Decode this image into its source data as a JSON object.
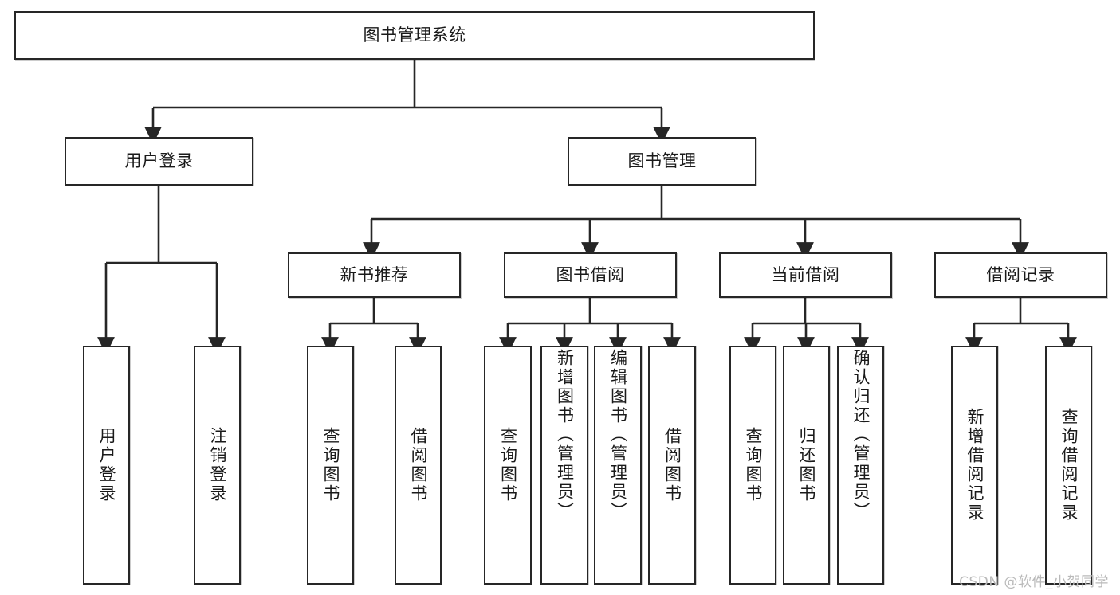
{
  "diagram": {
    "type": "tree",
    "title": "图书管理系统",
    "watermark": "CSDN @软件_小贺同学",
    "colors": {
      "stroke": "#262626",
      "text": "#1a1a1a",
      "background": "#ffffff",
      "watermark": "#b9b9b9"
    },
    "nodes": {
      "root": {
        "label": "图书管理系统"
      },
      "level2": [
        {
          "id": "user-login",
          "label": "用户登录"
        },
        {
          "id": "book-management",
          "label": "图书管理"
        }
      ],
      "level3": [
        {
          "id": "new-book-recommend",
          "label": "新书推荐"
        },
        {
          "id": "book-borrow",
          "label": "图书借阅"
        },
        {
          "id": "current-borrow",
          "label": "当前借阅"
        },
        {
          "id": "borrow-record",
          "label": "借阅记录"
        }
      ],
      "leaves": {
        "user_login": [
          {
            "id": "leaf-user-login",
            "label": "用户登录"
          },
          {
            "id": "leaf-logout-login",
            "label": "注销登录"
          }
        ],
        "new_book_recommend": [
          {
            "id": "leaf-query-book-1",
            "label": "查询图书"
          },
          {
            "id": "leaf-borrow-book-1",
            "label": "借阅图书"
          }
        ],
        "book_borrow": [
          {
            "id": "leaf-query-book-2",
            "label": "查询图书"
          },
          {
            "id": "leaf-add-book-admin",
            "label": "新增图书（管理员）"
          },
          {
            "id": "leaf-edit-book-admin",
            "label": "编辑图书（管理员）"
          },
          {
            "id": "leaf-borrow-book-2",
            "label": "借阅图书"
          }
        ],
        "current_borrow": [
          {
            "id": "leaf-query-book-3",
            "label": "查询图书"
          },
          {
            "id": "leaf-return-book",
            "label": "归还图书"
          },
          {
            "id": "leaf-confirm-return-admin",
            "label": "确认归还（管理员）"
          }
        ],
        "borrow_record": [
          {
            "id": "leaf-add-borrow-record",
            "label": "新增借阅记录"
          },
          {
            "id": "leaf-query-borrow-record",
            "label": "查询借阅记录"
          }
        ]
      }
    }
  }
}
